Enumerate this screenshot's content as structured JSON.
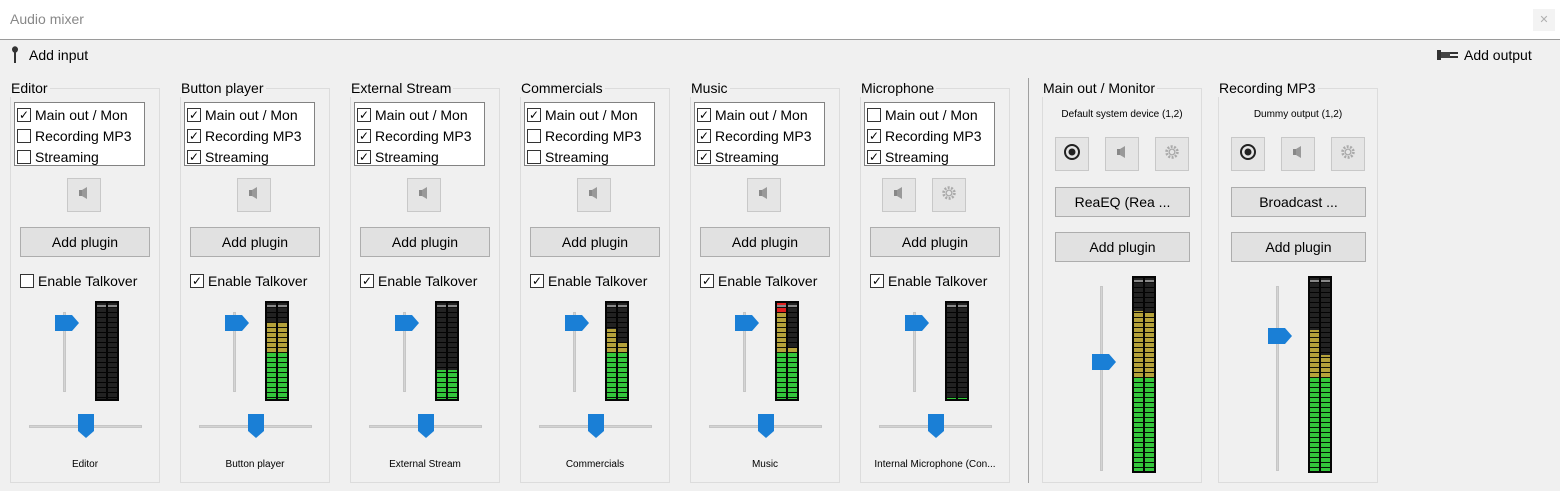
{
  "window": {
    "title": "Audio mixer",
    "close_label": "✕"
  },
  "toolbar": {
    "add_input_label": "Add input",
    "add_output_label": "Add output",
    "add_input_icon": "microphone-icon",
    "add_output_icon": "plug-icon"
  },
  "colors": {
    "accent": "#1a7fd6",
    "meter_green": "#33c73b",
    "meter_yellow": "#b5a23a",
    "meter_red": "#e02020",
    "meter_bg": "#050505"
  },
  "labels": {
    "add_plugin": "Add plugin",
    "enable_talkover": "Enable Talkover"
  },
  "inputs": [
    {
      "name": "Editor",
      "device": "Editor",
      "routes": [
        {
          "label": "Main out / Mon",
          "checked": true
        },
        {
          "label": "Recording MP3",
          "checked": false
        },
        {
          "label": "Streaming",
          "checked": false
        }
      ],
      "talkover": false,
      "has_settings": false,
      "volume": 0.95,
      "balance": 0.5,
      "level_left": 0.0,
      "level_right": 0.0
    },
    {
      "name": "Button player",
      "device": "Button player",
      "routes": [
        {
          "label": "Main out / Mon",
          "checked": true
        },
        {
          "label": "Recording MP3",
          "checked": true
        },
        {
          "label": "Streaming",
          "checked": true
        }
      ],
      "talkover": true,
      "has_settings": false,
      "volume": 0.95,
      "balance": 0.5,
      "level_left": 0.8,
      "level_right": 0.8
    },
    {
      "name": "External Stream",
      "device": "External Stream",
      "routes": [
        {
          "label": "Main out / Mon",
          "checked": true
        },
        {
          "label": "Recording MP3",
          "checked": true
        },
        {
          "label": "Streaming",
          "checked": true
        }
      ],
      "talkover": true,
      "has_settings": false,
      "volume": 0.95,
      "balance": 0.5,
      "level_left": 0.3,
      "level_right": 0.3
    },
    {
      "name": "Commercials",
      "device": "Commercials",
      "routes": [
        {
          "label": "Main out / Mon",
          "checked": true
        },
        {
          "label": "Recording MP3",
          "checked": false
        },
        {
          "label": "Streaming",
          "checked": false
        }
      ],
      "talkover": true,
      "has_settings": false,
      "volume": 0.95,
      "balance": 0.5,
      "level_left": 0.73,
      "level_right": 0.58
    },
    {
      "name": "Music",
      "device": "Music",
      "routes": [
        {
          "label": "Main out / Mon",
          "checked": true
        },
        {
          "label": "Recording MP3",
          "checked": true
        },
        {
          "label": "Streaming",
          "checked": true
        }
      ],
      "talkover": true,
      "has_settings": false,
      "volume": 0.95,
      "balance": 0.5,
      "level_left": 1.0,
      "level_right": 0.53
    },
    {
      "name": "Microphone",
      "device": "Internal Microphone (Con...",
      "routes": [
        {
          "label": "Main out / Mon",
          "checked": false
        },
        {
          "label": "Recording MP3",
          "checked": true
        },
        {
          "label": "Streaming",
          "checked": true
        }
      ],
      "talkover": true,
      "has_settings": true,
      "volume": 0.95,
      "balance": 0.5,
      "level_left": 0.02,
      "level_right": 0.02
    }
  ],
  "outputs": [
    {
      "name": "Main out / Monitor",
      "device": "Default system device (1,2)",
      "plugin": "ReaEQ (Rea ...",
      "volume": 0.6,
      "level_left": 0.83,
      "level_right": 0.82
    },
    {
      "name": "Recording MP3",
      "device": "Dummy output (1,2)",
      "plugin": "Broadcast ...",
      "volume": 0.75,
      "level_left": 0.73,
      "level_right": 0.6
    }
  ]
}
